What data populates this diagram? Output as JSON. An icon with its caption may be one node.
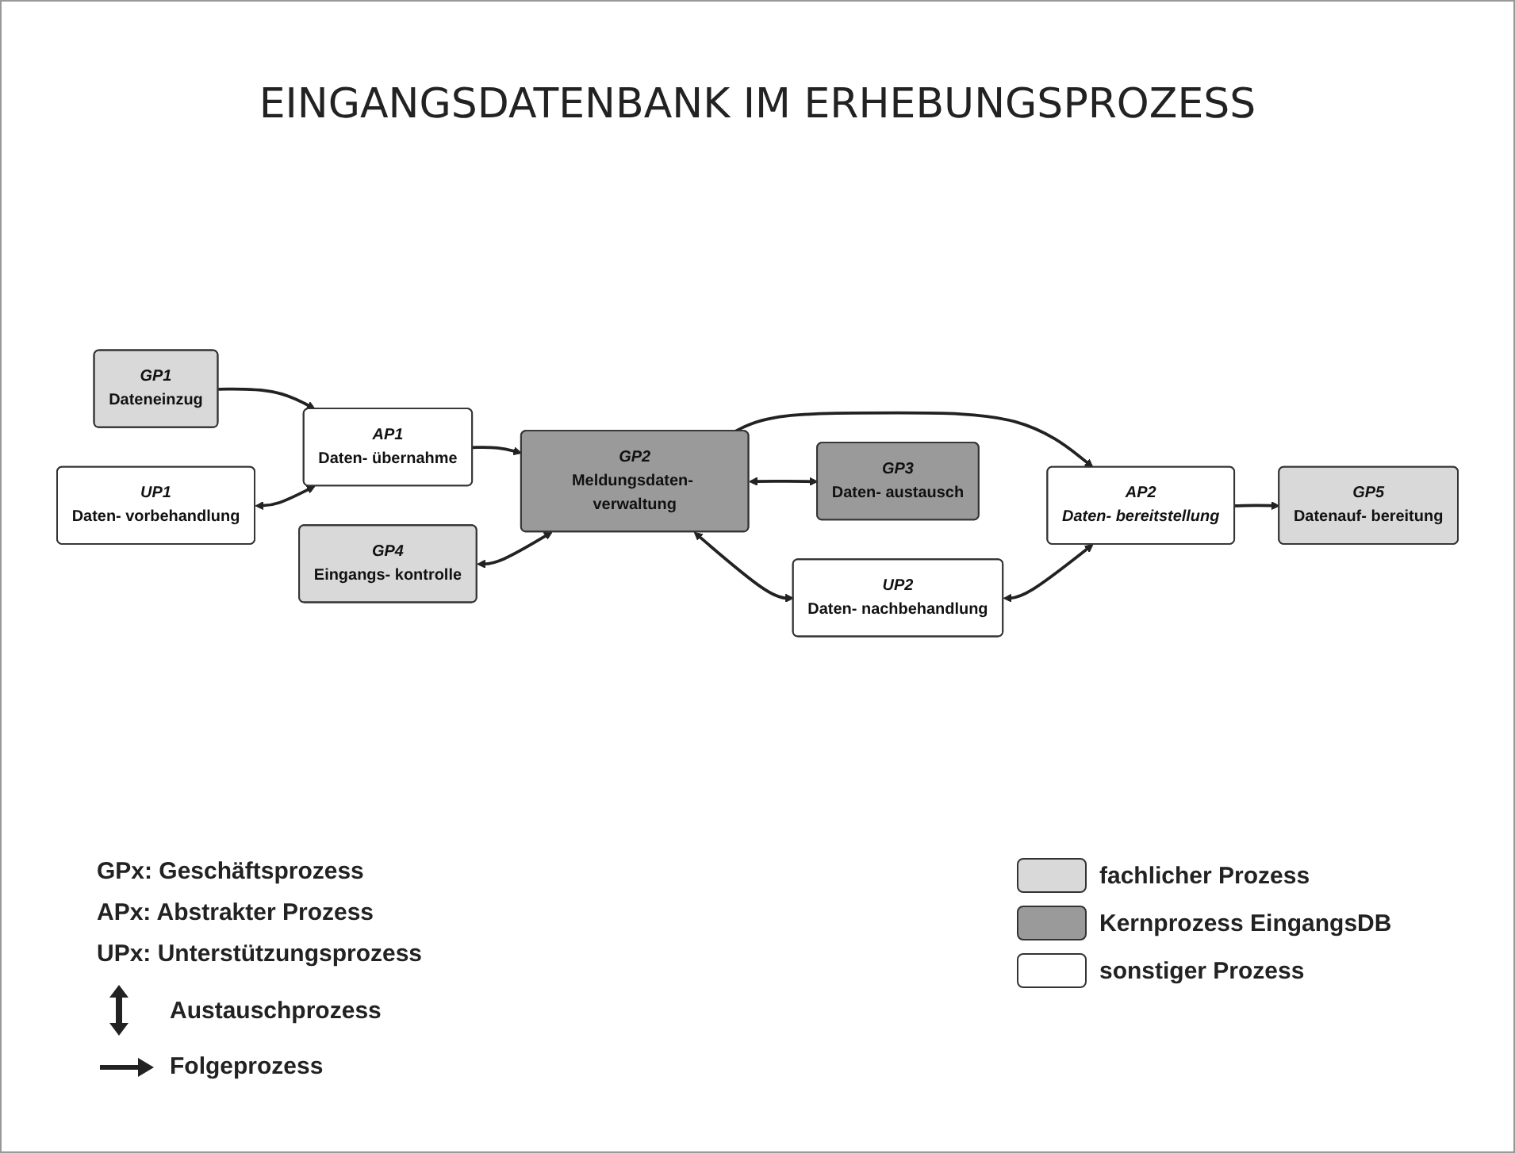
{
  "diagram": {
    "title": "EINGANGSDATENBANK IM ERHEBUNGSPROZESS",
    "nodes": [
      {
        "text": [
          "UP1",
          "Daten- vorbehandlung"
        ]
      },
      {
        "text": [
          "GP4",
          "Eingangs- kontrolle"
        ]
      },
      {
        "text": [
          "UP2",
          "Daten- nachbehandlung"
        ]
      },
      {
        "text": [
          "GP1",
          "Dateneinzug"
        ]
      },
      {
        "text": [
          "AP1",
          "Daten- übernahme"
        ]
      },
      {
        "text": [
          "GP2",
          "Meldungsdaten- verwaltung"
        ]
      },
      {
        "text": [
          "AP2",
          "Daten- bereitstellung"
        ]
      },
      {
        "text": [
          "GP5",
          "Datenauf- bereitung"
        ]
      },
      {
        "text": [
          "GP3",
          "Daten- austausch"
        ]
      }
    ],
    "edges": [
      {
        "from": 3,
        "to": 4,
        "arrow": "to"
      },
      {
        "from": 4,
        "to": 5,
        "arrow": "to"
      },
      {
        "from": 5,
        "to": 6,
        "arrow": "to"
      },
      {
        "from": 6,
        "to": 7,
        "arrow": "to"
      },
      {
        "from": 0,
        "to": 4,
        "arrow": "both"
      },
      {
        "from": 1,
        "to": 5,
        "arrow": "both"
      },
      {
        "from": 5,
        "to": 2,
        "arrow": "both"
      },
      {
        "from": 2,
        "to": 6,
        "arrow": "both"
      },
      {
        "from": 5,
        "to": 8,
        "arrow": "both"
      }
    ],
    "labels": [
      "GPx: Geschäftsprozess",
      "APx: Abstrakter Prozess",
      "UPx: Unterstützungsprozess"
    ],
    "legend": [
      {
        "text": "Austauschprozess"
      },
      {
        "text": "Folgeprozess"
      },
      {
        "text": "fachlicher Prozess",
        "color": "#d9d9d9"
      },
      {
        "text": "Kernprozess EingangsDB",
        "color": "#9a9a9a"
      },
      {
        "text": "sonstiger Prozess",
        "color": "#ffffff"
      }
    ]
  }
}
